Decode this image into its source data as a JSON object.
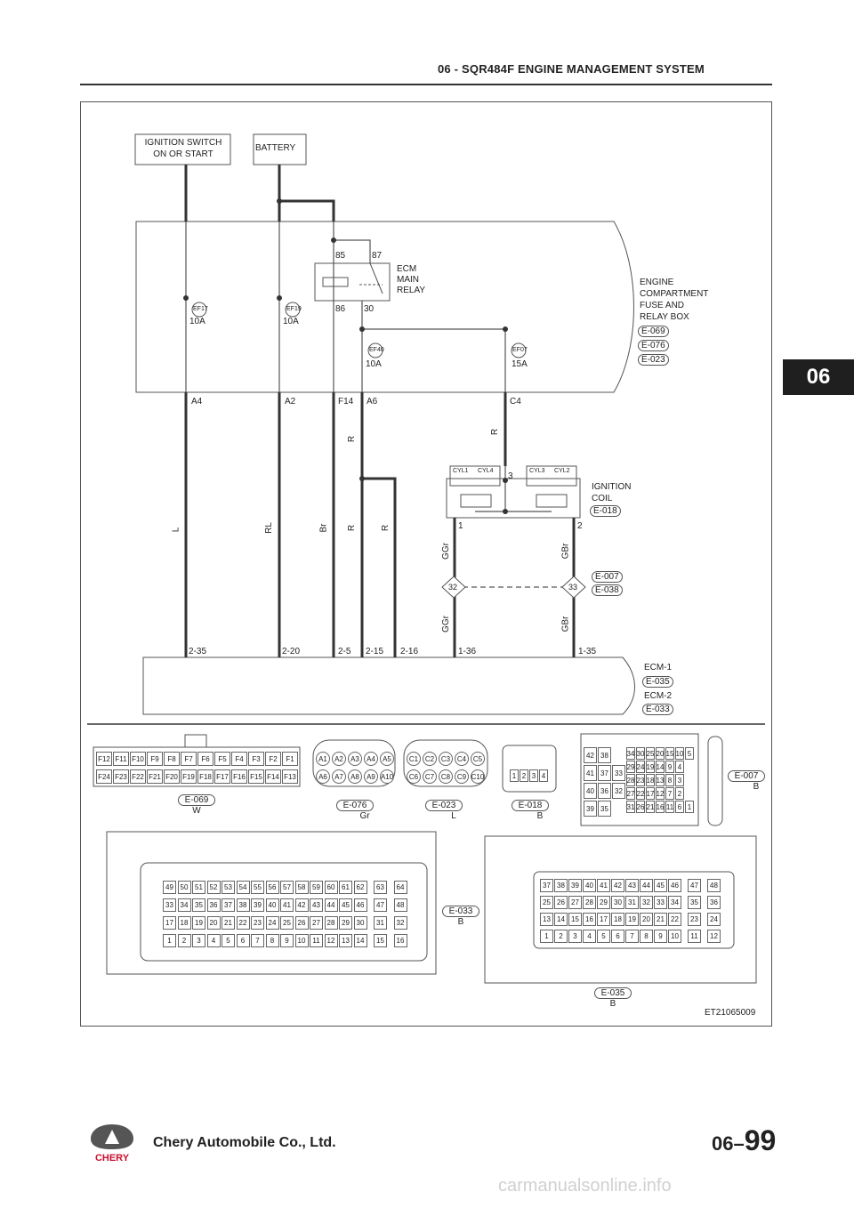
{
  "header": {
    "title": "06 - SQR484F ENGINE MANAGEMENT SYSTEM"
  },
  "section_tab": "06",
  "diagram": {
    "id": "ET21065009",
    "boxes": {
      "ign_switch": [
        "IGNITION SWITCH",
        "ON OR START"
      ],
      "battery": "BATTERY"
    },
    "relay": {
      "pins": [
        "85",
        "87",
        "86",
        "30"
      ],
      "label": [
        "ECM",
        "MAIN",
        "RELAY"
      ]
    },
    "fuse_box": {
      "label": [
        "ENGINE",
        "COMPARTMENT",
        "FUSE AND",
        "RELAY BOX"
      ],
      "connectors": [
        "E-069",
        "E-076",
        "E-023"
      ]
    },
    "fuses": [
      {
        "name": "EF17",
        "rating": "10A"
      },
      {
        "name": "EF19",
        "rating": "10A"
      },
      {
        "name": "EF40",
        "rating": "10A"
      },
      {
        "name": "EF07",
        "rating": "15A"
      }
    ],
    "terminals": [
      "A4",
      "A2",
      "F14",
      "A6",
      "C4"
    ],
    "wire_colors": [
      "L",
      "RL",
      "Br",
      "R",
      "R",
      "R",
      "R",
      "GGr",
      "GBr",
      "GGr",
      "GBr"
    ],
    "coil": {
      "cyl": [
        "CYL1",
        "CYL4",
        "CYL3",
        "CYL2"
      ],
      "pins": [
        "3",
        "1",
        "2"
      ],
      "label": [
        "IGNITION",
        "COIL"
      ],
      "connector": "E-018"
    },
    "splices": [
      "32",
      "33"
    ],
    "splice_connectors": [
      "E-007",
      "E-038"
    ],
    "ecm_pins": [
      "2-35",
      "2-20",
      "2-5",
      "2-15",
      "2-16",
      "1-36",
      "1-35"
    ],
    "ecm": {
      "label1": "ECM-1",
      "conn1": "E-035",
      "label2": "ECM-2",
      "conn2": "E-033"
    }
  },
  "connector_views": {
    "e069": {
      "id": "E-069",
      "color": "W",
      "top": [
        "F12",
        "F11",
        "F10",
        "F9",
        "F8",
        "F7",
        "F6",
        "F5",
        "F4",
        "F3",
        "F2",
        "F1"
      ],
      "bottom": [
        "F24",
        "F23",
        "F22",
        "F21",
        "F20",
        "F19",
        "F18",
        "F17",
        "F16",
        "F15",
        "F14",
        "F13"
      ]
    },
    "e076": {
      "id": "E-076",
      "color": "Gr",
      "top": [
        "A1",
        "A2",
        "A3",
        "A4",
        "A5"
      ],
      "bottom": [
        "A6",
        "A7",
        "A8",
        "A9",
        "A10"
      ]
    },
    "e023": {
      "id": "E-023",
      "color": "L",
      "top": [
        "C1",
        "C2",
        "C3",
        "C4",
        "C5"
      ],
      "bottom": [
        "C6",
        "C7",
        "C8",
        "C9",
        "C10"
      ]
    },
    "e018": {
      "id": "E-018",
      "color": "B",
      "pins": [
        "1",
        "2",
        "3",
        "4"
      ]
    },
    "e007": {
      "id": "E-007",
      "color": "B",
      "left_rows": [
        [
          "42",
          "38"
        ],
        [
          "41",
          "37",
          "33"
        ],
        [
          "40",
          "36",
          "32"
        ],
        [
          "39",
          "35"
        ]
      ],
      "right_rows": [
        [
          "34",
          "30",
          "25",
          "20",
          "15",
          "10",
          "5"
        ],
        [
          "29",
          "24",
          "19",
          "14",
          "9",
          "4"
        ],
        [
          "28",
          "23",
          "18",
          "13",
          "8",
          "3"
        ],
        [
          "27",
          "22",
          "17",
          "12",
          "7",
          "2"
        ],
        [
          "31",
          "26",
          "21",
          "16",
          "11",
          "6",
          "1"
        ]
      ]
    },
    "e033": {
      "id": "E-033",
      "color": "B",
      "rows": [
        [
          "49",
          "50",
          "51",
          "52",
          "53",
          "54",
          "55",
          "56",
          "57",
          "58",
          "59",
          "60",
          "61",
          "62",
          "63",
          "64"
        ],
        [
          "33",
          "34",
          "35",
          "36",
          "37",
          "38",
          "39",
          "40",
          "41",
          "42",
          "43",
          "44",
          "45",
          "46",
          "47",
          "48"
        ],
        [
          "17",
          "18",
          "19",
          "20",
          "21",
          "22",
          "23",
          "24",
          "25",
          "26",
          "27",
          "28",
          "29",
          "30",
          "31",
          "32"
        ],
        [
          "1",
          "2",
          "3",
          "4",
          "5",
          "6",
          "7",
          "8",
          "9",
          "10",
          "11",
          "12",
          "13",
          "14",
          "15",
          "16"
        ]
      ]
    },
    "e035": {
      "id": "E-035",
      "color": "B",
      "rows": [
        [
          "37",
          "38",
          "39",
          "40",
          "41",
          "42",
          "43",
          "44",
          "45",
          "46",
          "47",
          "48"
        ],
        [
          "25",
          "26",
          "27",
          "28",
          "29",
          "30",
          "31",
          "32",
          "33",
          "34",
          "35",
          "36"
        ],
        [
          "13",
          "14",
          "15",
          "16",
          "17",
          "18",
          "19",
          "20",
          "21",
          "22",
          "23",
          "24"
        ],
        [
          "1",
          "2",
          "3",
          "4",
          "5",
          "6",
          "7",
          "8",
          "9",
          "10",
          "11",
          "12"
        ]
      ]
    }
  },
  "footer": {
    "company": "Chery Automobile Co., Ltd.",
    "page_prefix": "06–",
    "page_num": "99"
  },
  "watermark": "carmanualsonline.info"
}
